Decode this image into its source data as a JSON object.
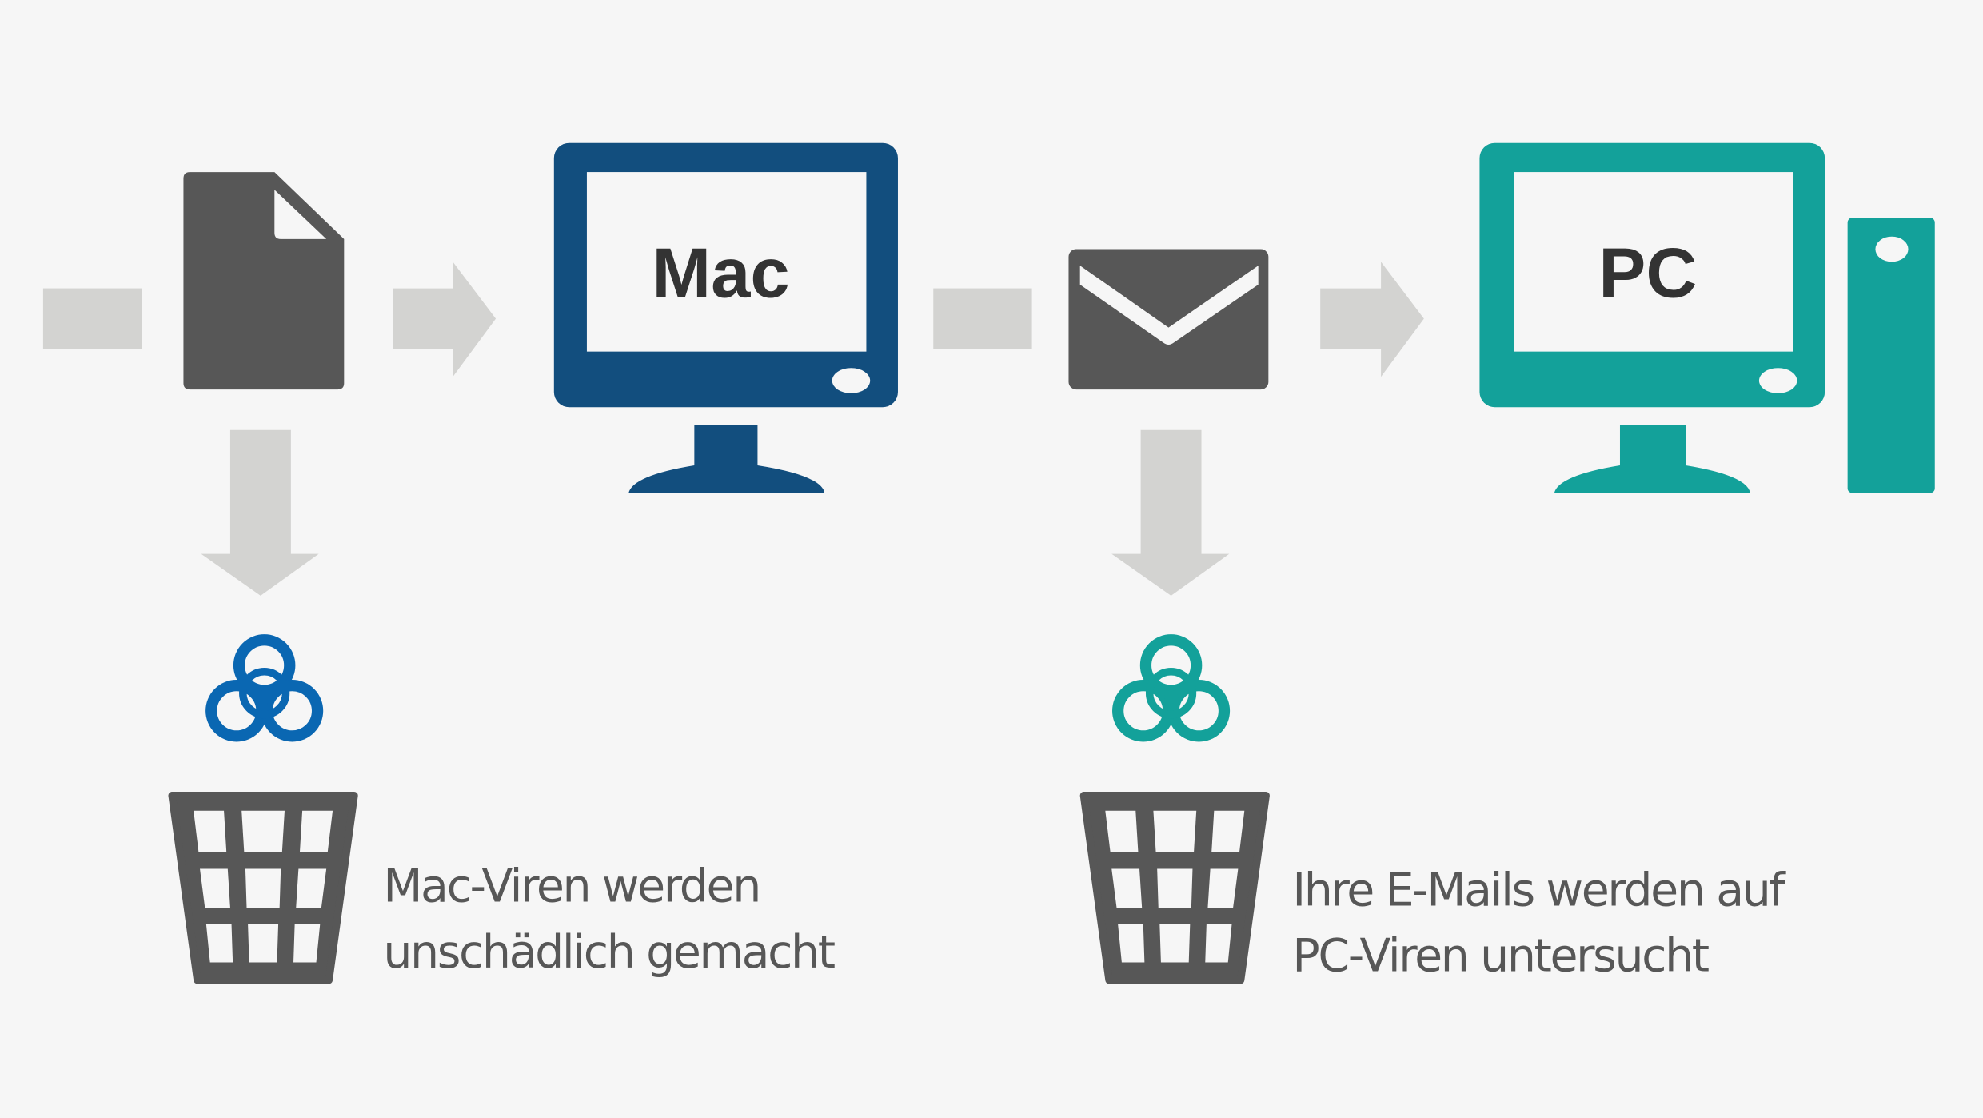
{
  "colors": {
    "background": "#f6f6f6",
    "arrow": "#d3d3d1",
    "dark_gray": "#575757",
    "mac_blue": "#124e7e",
    "pc_teal": "#13a19a",
    "virus_blue": "#0a67b2",
    "virus_teal": "#13a19a"
  },
  "mac": {
    "label": "Mac"
  },
  "pc": {
    "label": "PC"
  },
  "captions": {
    "left": {
      "line1": "Mac-Viren werden",
      "line2": "unschädlich gemacht"
    },
    "right": {
      "line1": "Ihre E-Mails werden auf",
      "line2": "PC-Viren untersucht"
    }
  },
  "icons": [
    "document-icon",
    "mac-monitor-icon",
    "envelope-icon",
    "pc-monitor-icon",
    "pc-tower-icon",
    "biohazard-icon",
    "trash-icon",
    "arrow-right-icon",
    "arrow-down-icon"
  ]
}
